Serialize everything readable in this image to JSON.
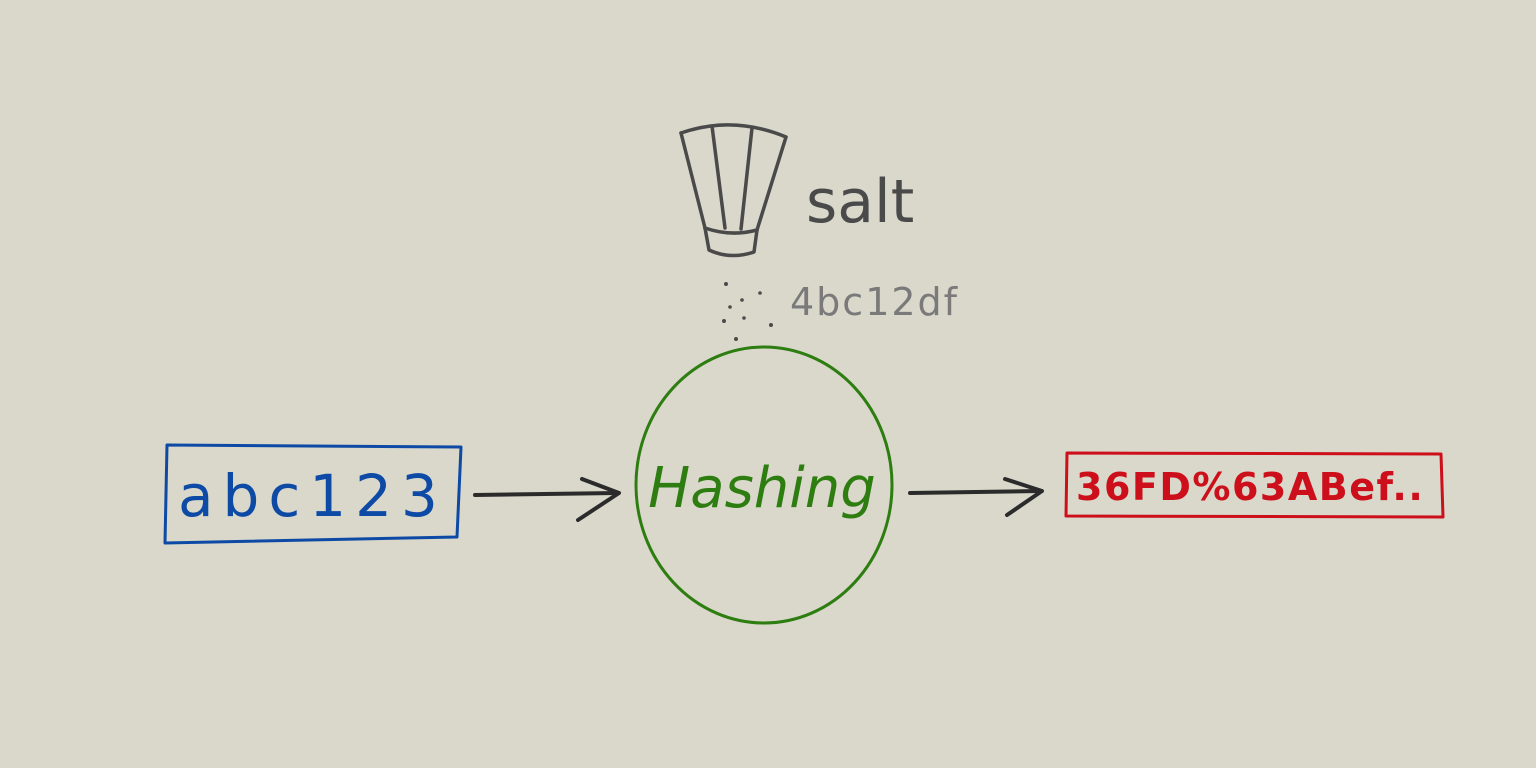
{
  "diagram": {
    "input": {
      "text": "abc123",
      "color": "#0d4aa6"
    },
    "process": {
      "text": "Hashing",
      "color": "#2d7d10"
    },
    "output": {
      "text": "36FD%63ABef..",
      "color": "#cc0f1a"
    },
    "salt": {
      "label": "salt",
      "value": "4bc12df",
      "label_color": "#4a4a4a",
      "value_color": "#7a7a7a",
      "icon": "salt-shaker-icon"
    },
    "arrow_color": "#2b2b2b",
    "background": "#d9d8cb"
  }
}
